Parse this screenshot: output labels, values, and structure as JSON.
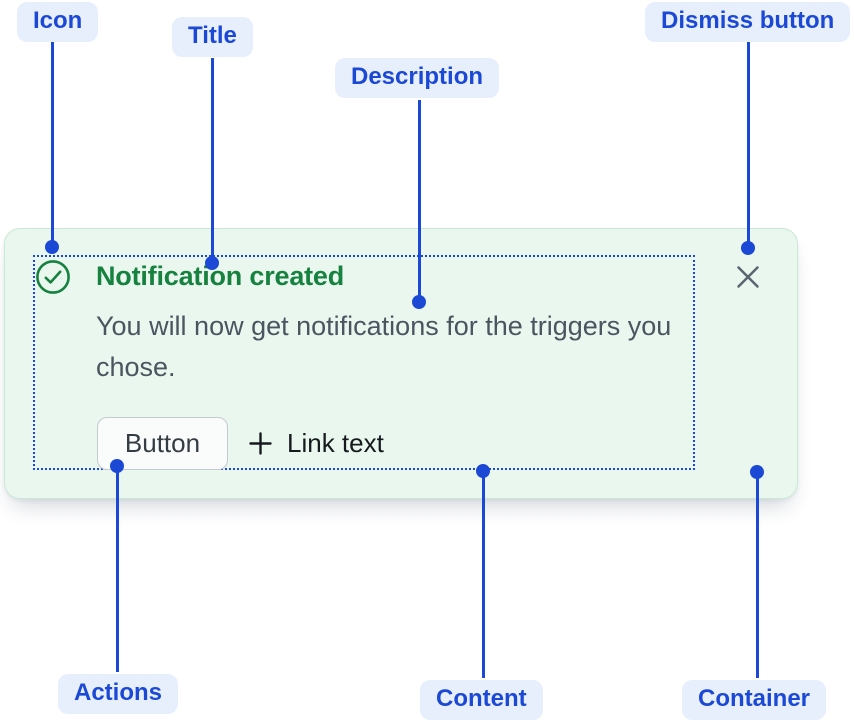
{
  "annotations": {
    "icon_label": "Icon",
    "title_label": "Title",
    "description_label": "Description",
    "dismiss_label": "Dismiss button",
    "actions_label": "Actions",
    "content_label": "Content",
    "container_label": "Container"
  },
  "notification": {
    "title": "Notification created",
    "description": "You will now get notifications for the triggers you chose.",
    "actions": {
      "button_label": "Button",
      "link_label": "Link text"
    },
    "icons": {
      "status": "check-circle-icon",
      "dismiss": "close-icon",
      "link_prefix": "plus-icon"
    }
  },
  "colors": {
    "annotation_blue": "#1b49d6",
    "annotation_pill_bg": "#e8effc",
    "success_green": "#17813f",
    "card_background": "#eaf7ef",
    "card_border": "#cbe7d7",
    "description_text": "#4a5560",
    "button_border": "#c4cacf",
    "dismiss_gray": "#5a6570",
    "link_text": "#16191d"
  }
}
